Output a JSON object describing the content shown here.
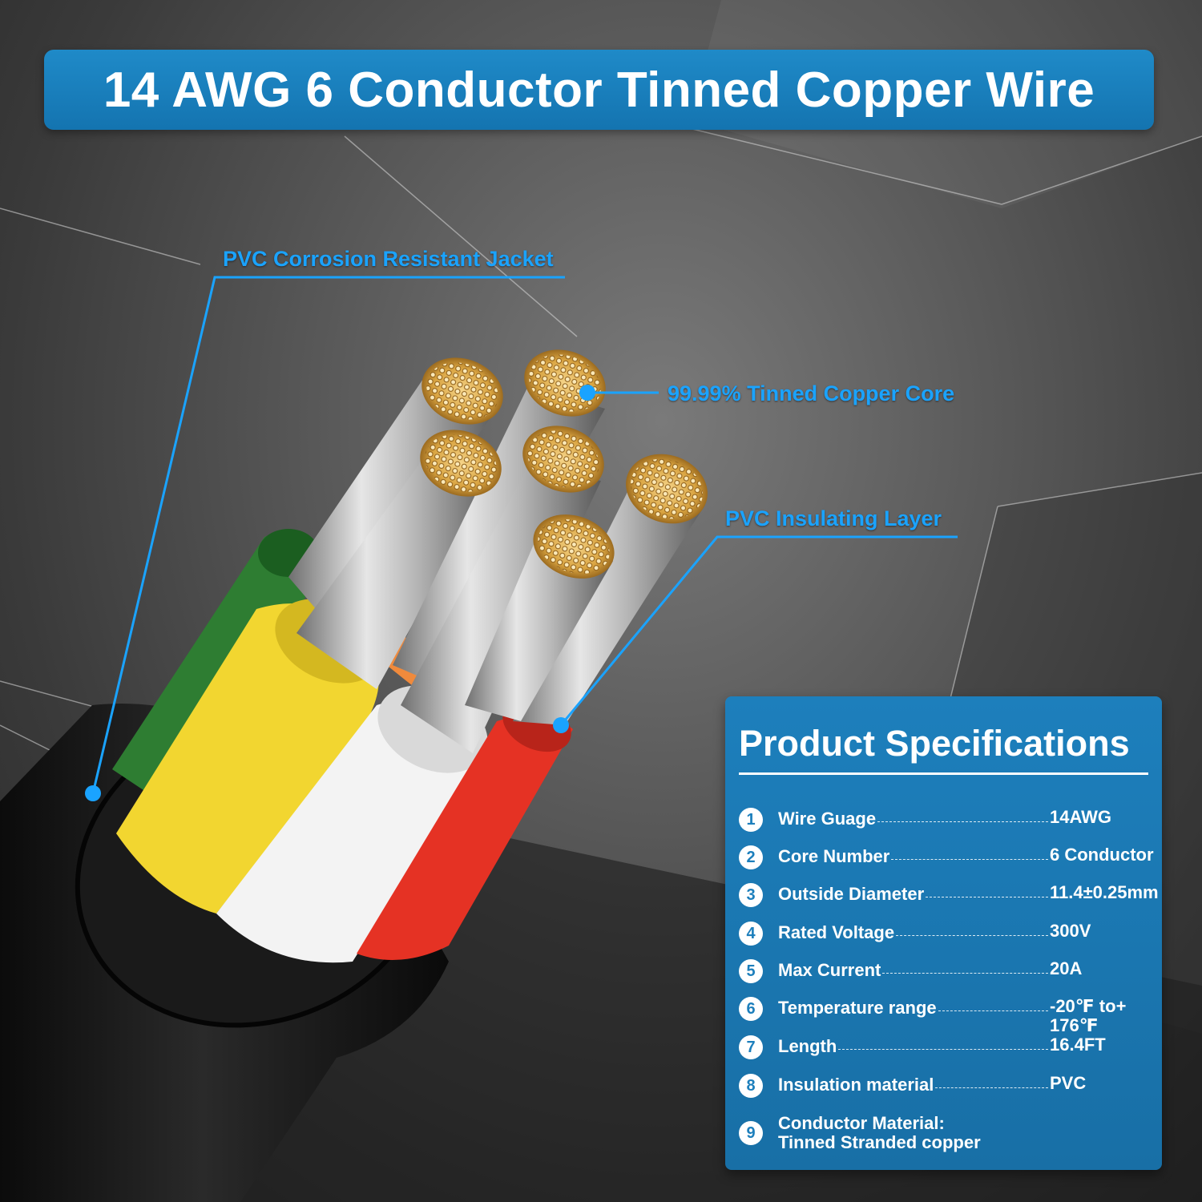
{
  "title": "14 AWG 6 Conductor Tinned Copper Wire",
  "callouts": {
    "jacket": "PVC Corrosion Resistant Jacket",
    "core": "99.99% Tinned Copper Core",
    "insulation": "PVC Insulating Layer"
  },
  "specs": {
    "heading": "Product Specifications",
    "items": [
      {
        "num": "1",
        "label": "Wire Guage",
        "value": "14AWG"
      },
      {
        "num": "2",
        "label": "Core Number",
        "value": "6 Conductor"
      },
      {
        "num": "3",
        "label": "Outside Diameter",
        "value": "11.4±0.25mm"
      },
      {
        "num": "4",
        "label": "Rated Voltage",
        "value": "300V"
      },
      {
        "num": "5",
        "label": "Max Current",
        "value": "20A"
      },
      {
        "num": "6",
        "label": "Temperature range",
        "value": "-20℉ to+ 176℉"
      },
      {
        "num": "7",
        "label": "Length",
        "value": "16.4FT"
      },
      {
        "num": "8",
        "label": "Insulation material",
        "value": "PVC"
      },
      {
        "num": "9",
        "label": "Conductor Material:",
        "value": "Tinned Stranded copper"
      }
    ]
  },
  "colors": {
    "accent": "#1aa3ff",
    "panel": "#1d7fbc",
    "jacket": "#111111",
    "green": "#2e7d32",
    "yellow": "#f2d630",
    "white": "#f3f3f3",
    "red": "#e53224",
    "orange": "#f08a3c",
    "copper": "#d9a441"
  }
}
